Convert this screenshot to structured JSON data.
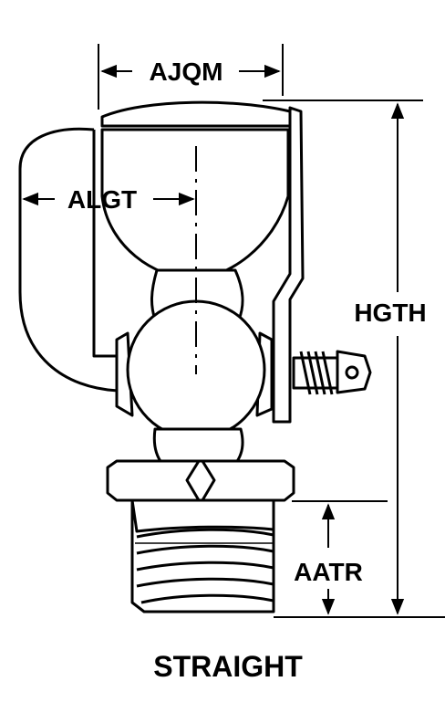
{
  "labels": {
    "ajqm": "AJQM",
    "algt": "ALGT",
    "hgth": "HGTH",
    "aatr": "AATR"
  },
  "caption": "STRAIGHT",
  "colors": {
    "ink": "#000000",
    "paper": "#ffffff"
  }
}
